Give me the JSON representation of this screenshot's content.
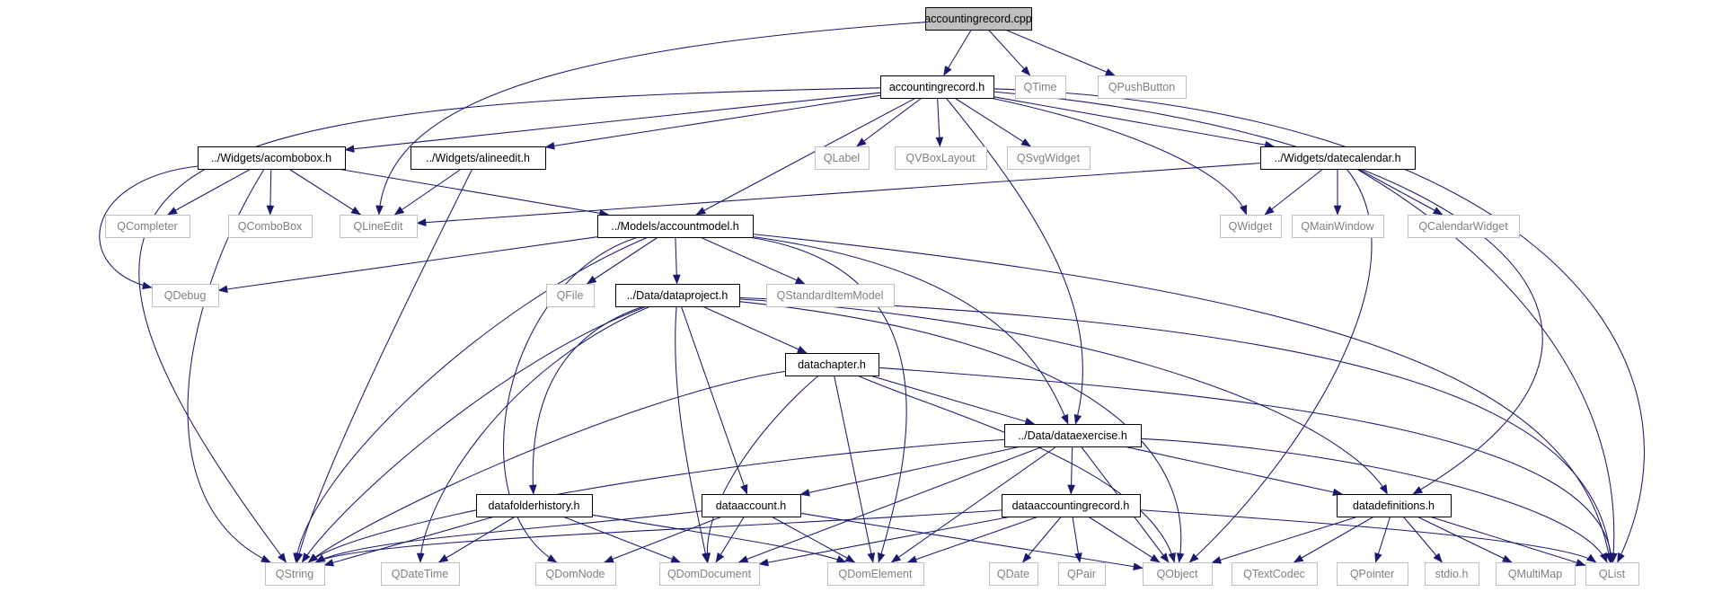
{
  "diagram": {
    "type": "include-dependency-graph",
    "colors": {
      "edge": "#191970",
      "root_fill": "#bfbfbf",
      "box_fill": "#ffffff",
      "local_border": "#000000",
      "external_border": "#bfbfbf",
      "local_text": "#000000",
      "external_text": "#808080"
    },
    "nodes": [
      {
        "id": "accountingrecord_cpp",
        "label": "accountingrecord.cpp",
        "kind": "root"
      },
      {
        "id": "accountingrecord_h",
        "label": "accountingrecord.h",
        "kind": "local"
      },
      {
        "id": "QTime",
        "label": "QTime",
        "kind": "external"
      },
      {
        "id": "QPushButton",
        "label": "QPushButton",
        "kind": "external"
      },
      {
        "id": "acombobox_h",
        "label": "../Widgets/acombobox.h",
        "kind": "local"
      },
      {
        "id": "alineedit_h",
        "label": "../Widgets/alineedit.h",
        "kind": "local"
      },
      {
        "id": "QLabel",
        "label": "QLabel",
        "kind": "external"
      },
      {
        "id": "QVBoxLayout",
        "label": "QVBoxLayout",
        "kind": "external"
      },
      {
        "id": "QSvgWidget",
        "label": "QSvgWidget",
        "kind": "external"
      },
      {
        "id": "datecalendar_h",
        "label": "../Widgets/datecalendar.h",
        "kind": "local"
      },
      {
        "id": "QCompleter",
        "label": "QCompleter",
        "kind": "external"
      },
      {
        "id": "QComboBox",
        "label": "QComboBox",
        "kind": "external"
      },
      {
        "id": "QLineEdit",
        "label": "QLineEdit",
        "kind": "external"
      },
      {
        "id": "accountmodel_h",
        "label": "../Models/accountmodel.h",
        "kind": "local"
      },
      {
        "id": "QWidget",
        "label": "QWidget",
        "kind": "external"
      },
      {
        "id": "QMainWindow",
        "label": "QMainWindow",
        "kind": "external"
      },
      {
        "id": "QCalendarWidget",
        "label": "QCalendarWidget",
        "kind": "external"
      },
      {
        "id": "QDebug",
        "label": "QDebug",
        "kind": "external"
      },
      {
        "id": "QFile",
        "label": "QFile",
        "kind": "external"
      },
      {
        "id": "dataproject_h",
        "label": "../Data/dataproject.h",
        "kind": "local"
      },
      {
        "id": "QStandardItemModel",
        "label": "QStandardItemModel",
        "kind": "external"
      },
      {
        "id": "datachapter_h",
        "label": "datachapter.h",
        "kind": "local"
      },
      {
        "id": "dataexercise_h",
        "label": "../Data/dataexercise.h",
        "kind": "local"
      },
      {
        "id": "datafolderhistory_h",
        "label": "datafolderhistory.h",
        "kind": "local"
      },
      {
        "id": "dataaccount_h",
        "label": "dataaccount.h",
        "kind": "local"
      },
      {
        "id": "dataaccountingrecord_h",
        "label": "dataaccountingrecord.h",
        "kind": "local"
      },
      {
        "id": "datadefinitions_h",
        "label": "datadefinitions.h",
        "kind": "local"
      },
      {
        "id": "QString",
        "label": "QString",
        "kind": "external"
      },
      {
        "id": "QDateTime",
        "label": "QDateTime",
        "kind": "external"
      },
      {
        "id": "QDomNode",
        "label": "QDomNode",
        "kind": "external"
      },
      {
        "id": "QDomDocument",
        "label": "QDomDocument",
        "kind": "external"
      },
      {
        "id": "QDomElement",
        "label": "QDomElement",
        "kind": "external"
      },
      {
        "id": "QDate",
        "label": "QDate",
        "kind": "external"
      },
      {
        "id": "QPair",
        "label": "QPair",
        "kind": "external"
      },
      {
        "id": "QObject",
        "label": "QObject",
        "kind": "external"
      },
      {
        "id": "QTextCodec",
        "label": "QTextCodec",
        "kind": "external"
      },
      {
        "id": "QPointer",
        "label": "QPointer",
        "kind": "external"
      },
      {
        "id": "stdio_h",
        "label": "stdio.h",
        "kind": "external"
      },
      {
        "id": "QMultiMap",
        "label": "QMultiMap",
        "kind": "external"
      },
      {
        "id": "QList",
        "label": "QList",
        "kind": "external"
      }
    ],
    "edges": [
      {
        "from": "accountingrecord_cpp",
        "to": "accountingrecord_h"
      },
      {
        "from": "accountingrecord_cpp",
        "to": "QTime"
      },
      {
        "from": "accountingrecord_cpp",
        "to": "QPushButton"
      },
      {
        "from": "accountingrecord_cpp",
        "to": "QLineEdit"
      },
      {
        "from": "accountingrecord_h",
        "to": "acombobox_h"
      },
      {
        "from": "accountingrecord_h",
        "to": "alineedit_h"
      },
      {
        "from": "accountingrecord_h",
        "to": "QLabel"
      },
      {
        "from": "accountingrecord_h",
        "to": "QVBoxLayout"
      },
      {
        "from": "accountingrecord_h",
        "to": "QSvgWidget"
      },
      {
        "from": "accountingrecord_h",
        "to": "datecalendar_h"
      },
      {
        "from": "accountingrecord_h",
        "to": "accountmodel_h"
      },
      {
        "from": "accountingrecord_h",
        "to": "QWidget"
      },
      {
        "from": "accountingrecord_h",
        "to": "dataexercise_h"
      },
      {
        "from": "accountingrecord_h",
        "to": "datadefinitions_h"
      },
      {
        "from": "accountingrecord_h",
        "to": "QString"
      },
      {
        "from": "accountingrecord_h",
        "to": "QList"
      },
      {
        "from": "acombobox_h",
        "to": "QCompleter"
      },
      {
        "from": "acombobox_h",
        "to": "QComboBox"
      },
      {
        "from": "acombobox_h",
        "to": "QLineEdit"
      },
      {
        "from": "acombobox_h",
        "to": "accountmodel_h"
      },
      {
        "from": "acombobox_h",
        "to": "QDebug"
      },
      {
        "from": "acombobox_h",
        "to": "QString"
      },
      {
        "from": "alineedit_h",
        "to": "QLineEdit"
      },
      {
        "from": "alineedit_h",
        "to": "QString"
      },
      {
        "from": "datecalendar_h",
        "to": "QLineEdit"
      },
      {
        "from": "datecalendar_h",
        "to": "QWidget"
      },
      {
        "from": "datecalendar_h",
        "to": "QMainWindow"
      },
      {
        "from": "datecalendar_h",
        "to": "QCalendarWidget"
      },
      {
        "from": "datecalendar_h",
        "to": "QObject"
      },
      {
        "from": "datecalendar_h",
        "to": "QList"
      },
      {
        "from": "accountmodel_h",
        "to": "QDebug"
      },
      {
        "from": "accountmodel_h",
        "to": "QFile"
      },
      {
        "from": "accountmodel_h",
        "to": "dataproject_h"
      },
      {
        "from": "accountmodel_h",
        "to": "QStandardItemModel"
      },
      {
        "from": "accountmodel_h",
        "to": "dataexercise_h"
      },
      {
        "from": "accountmodel_h",
        "to": "QString"
      },
      {
        "from": "accountmodel_h",
        "to": "QDomNode"
      },
      {
        "from": "accountmodel_h",
        "to": "QDomElement"
      },
      {
        "from": "accountmodel_h",
        "to": "QList"
      },
      {
        "from": "dataproject_h",
        "to": "datachapter_h"
      },
      {
        "from": "dataproject_h",
        "to": "datafolderhistory_h"
      },
      {
        "from": "dataproject_h",
        "to": "dataaccount_h"
      },
      {
        "from": "dataproject_h",
        "to": "datadefinitions_h"
      },
      {
        "from": "dataproject_h",
        "to": "QString"
      },
      {
        "from": "dataproject_h",
        "to": "QDateTime"
      },
      {
        "from": "dataproject_h",
        "to": "QDomDocument"
      },
      {
        "from": "dataproject_h",
        "to": "QObject"
      },
      {
        "from": "dataproject_h",
        "to": "QList"
      },
      {
        "from": "datachapter_h",
        "to": "dataexercise_h"
      },
      {
        "from": "datachapter_h",
        "to": "QString"
      },
      {
        "from": "datachapter_h",
        "to": "QDomDocument"
      },
      {
        "from": "datachapter_h",
        "to": "QDomElement"
      },
      {
        "from": "datachapter_h",
        "to": "QObject"
      },
      {
        "from": "datachapter_h",
        "to": "QList"
      },
      {
        "from": "dataexercise_h",
        "to": "dataaccount_h"
      },
      {
        "from": "dataexercise_h",
        "to": "dataaccountingrecord_h"
      },
      {
        "from": "dataexercise_h",
        "to": "datadefinitions_h"
      },
      {
        "from": "dataexercise_h",
        "to": "QString"
      },
      {
        "from": "dataexercise_h",
        "to": "QDomDocument"
      },
      {
        "from": "dataexercise_h",
        "to": "QDomElement"
      },
      {
        "from": "dataexercise_h",
        "to": "QObject"
      },
      {
        "from": "dataexercise_h",
        "to": "QList"
      },
      {
        "from": "datafolderhistory_h",
        "to": "QString"
      },
      {
        "from": "datafolderhistory_h",
        "to": "QDateTime"
      },
      {
        "from": "datafolderhistory_h",
        "to": "QDomDocument"
      },
      {
        "from": "datafolderhistory_h",
        "to": "QDomElement"
      },
      {
        "from": "dataaccount_h",
        "to": "QString"
      },
      {
        "from": "dataaccount_h",
        "to": "QDomNode"
      },
      {
        "from": "dataaccount_h",
        "to": "QDomDocument"
      },
      {
        "from": "dataaccount_h",
        "to": "QDomElement"
      },
      {
        "from": "dataaccount_h",
        "to": "QObject"
      },
      {
        "from": "dataaccountingrecord_h",
        "to": "QString"
      },
      {
        "from": "dataaccountingrecord_h",
        "to": "QDomDocument"
      },
      {
        "from": "dataaccountingrecord_h",
        "to": "QDomElement"
      },
      {
        "from": "dataaccountingrecord_h",
        "to": "QDate"
      },
      {
        "from": "dataaccountingrecord_h",
        "to": "QPair"
      },
      {
        "from": "dataaccountingrecord_h",
        "to": "QObject"
      },
      {
        "from": "dataaccountingrecord_h",
        "to": "QList"
      },
      {
        "from": "datadefinitions_h",
        "to": "QObject"
      },
      {
        "from": "datadefinitions_h",
        "to": "QTextCodec"
      },
      {
        "from": "datadefinitions_h",
        "to": "QPointer"
      },
      {
        "from": "datadefinitions_h",
        "to": "stdio_h"
      },
      {
        "from": "datadefinitions_h",
        "to": "QMultiMap"
      },
      {
        "from": "datadefinitions_h",
        "to": "QList"
      }
    ]
  }
}
